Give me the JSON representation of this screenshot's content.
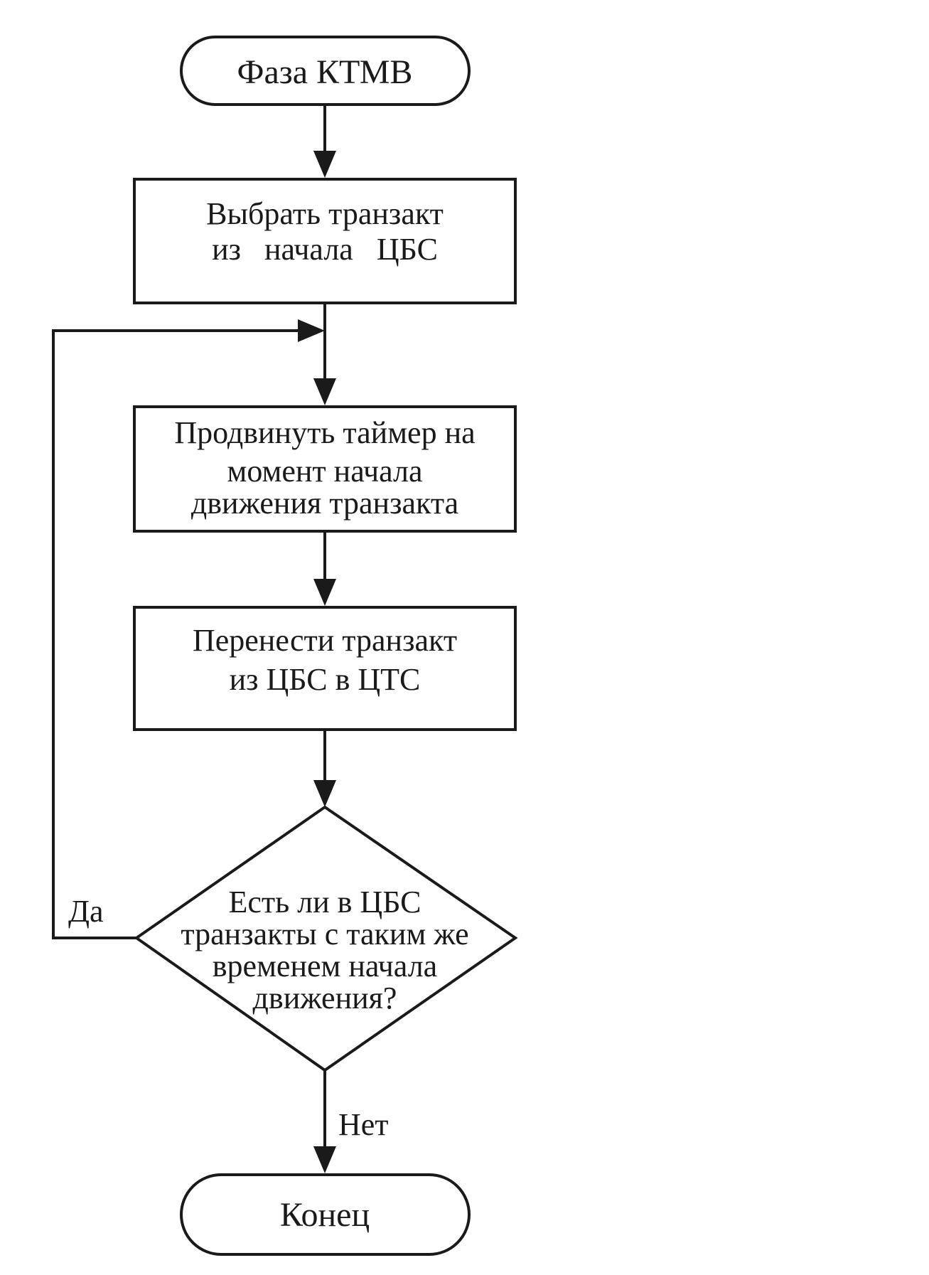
{
  "nodes": {
    "start": {
      "text": "Фаза КТМВ"
    },
    "select": {
      "line1": "Выбрать транзакт",
      "line2": "из   начала   ЦБС"
    },
    "advance": {
      "line1": "Продвинуть таймер на",
      "line2": "момент начала",
      "line3": "движения транзакта"
    },
    "transfer": {
      "line1": "Перенести транзакт",
      "line2": "из ЦБС в ЦТС"
    },
    "decision": {
      "line1": "Есть ли в ЦБС",
      "line2": "транзакты с таким же",
      "line3": "временем начала",
      "line4": "движения?"
    },
    "end": {
      "text": "Конец"
    }
  },
  "edge_labels": {
    "yes": "Да",
    "no": "Нет"
  },
  "colors": {
    "stroke": "#1a1a1a",
    "background": "#ffffff"
  }
}
